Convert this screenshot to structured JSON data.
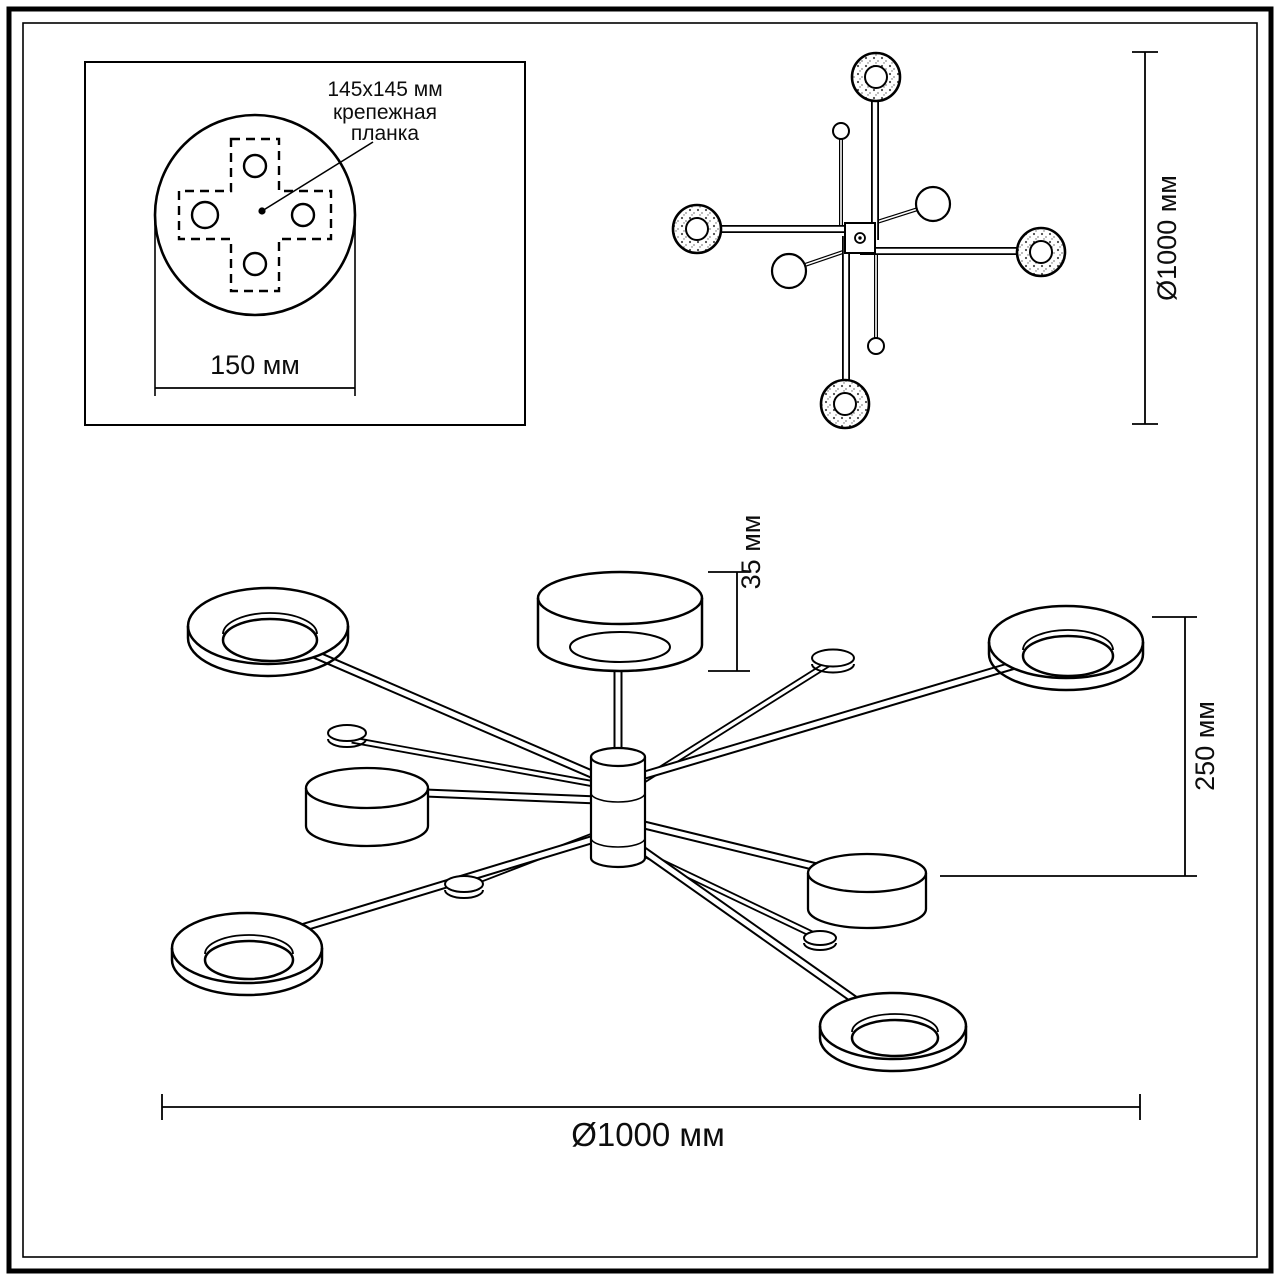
{
  "drawing": {
    "detail_box": {
      "plate_size": "145x145 мм",
      "plate_name_line1": "крепежная",
      "plate_name_line2": "планка",
      "base_diameter": "150 мм"
    },
    "top_view": {
      "overall_diameter": "Ø1000 мм"
    },
    "side_view": {
      "lamp_height": "35 мм",
      "fixture_height": "250 мм",
      "overall_diameter": "Ø1000 мм"
    }
  },
  "colors": {
    "line": "#000000",
    "background": "#ffffff"
  }
}
